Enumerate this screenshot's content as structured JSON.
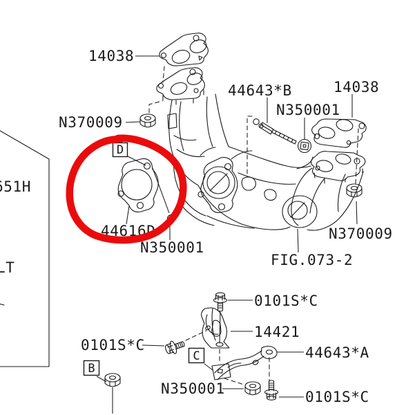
{
  "figure": {
    "type": "exhaust-manifold-parts-diagram",
    "figure_ref": "FIG.073-2",
    "colors": {
      "line": "#1a1a1a",
      "background": "#ffffff",
      "annotation_red": "#ea0c0c"
    }
  },
  "labels": {
    "gasket_left": "14038",
    "nut_flange_left": "N370009",
    "stud_b": "44643*B",
    "nut_stud": "N350001",
    "gasket_right": "14038",
    "panel_text_1": "651H",
    "gasket_center": "44616D",
    "nut_center": "N350001",
    "panel_text_2": "LT",
    "nut_flange_right": "N370009",
    "figure_ref": "FIG.073-2",
    "bolt_bracket_top": "0101S*C",
    "bracket": "14421",
    "bolt_left": "0101S*C",
    "bracket_a": "44643*A",
    "nut_bracket": "N350001",
    "bolt_bottom": "0101S*C",
    "callout_d": "D",
    "callout_c": "C",
    "callout_b": "B"
  }
}
